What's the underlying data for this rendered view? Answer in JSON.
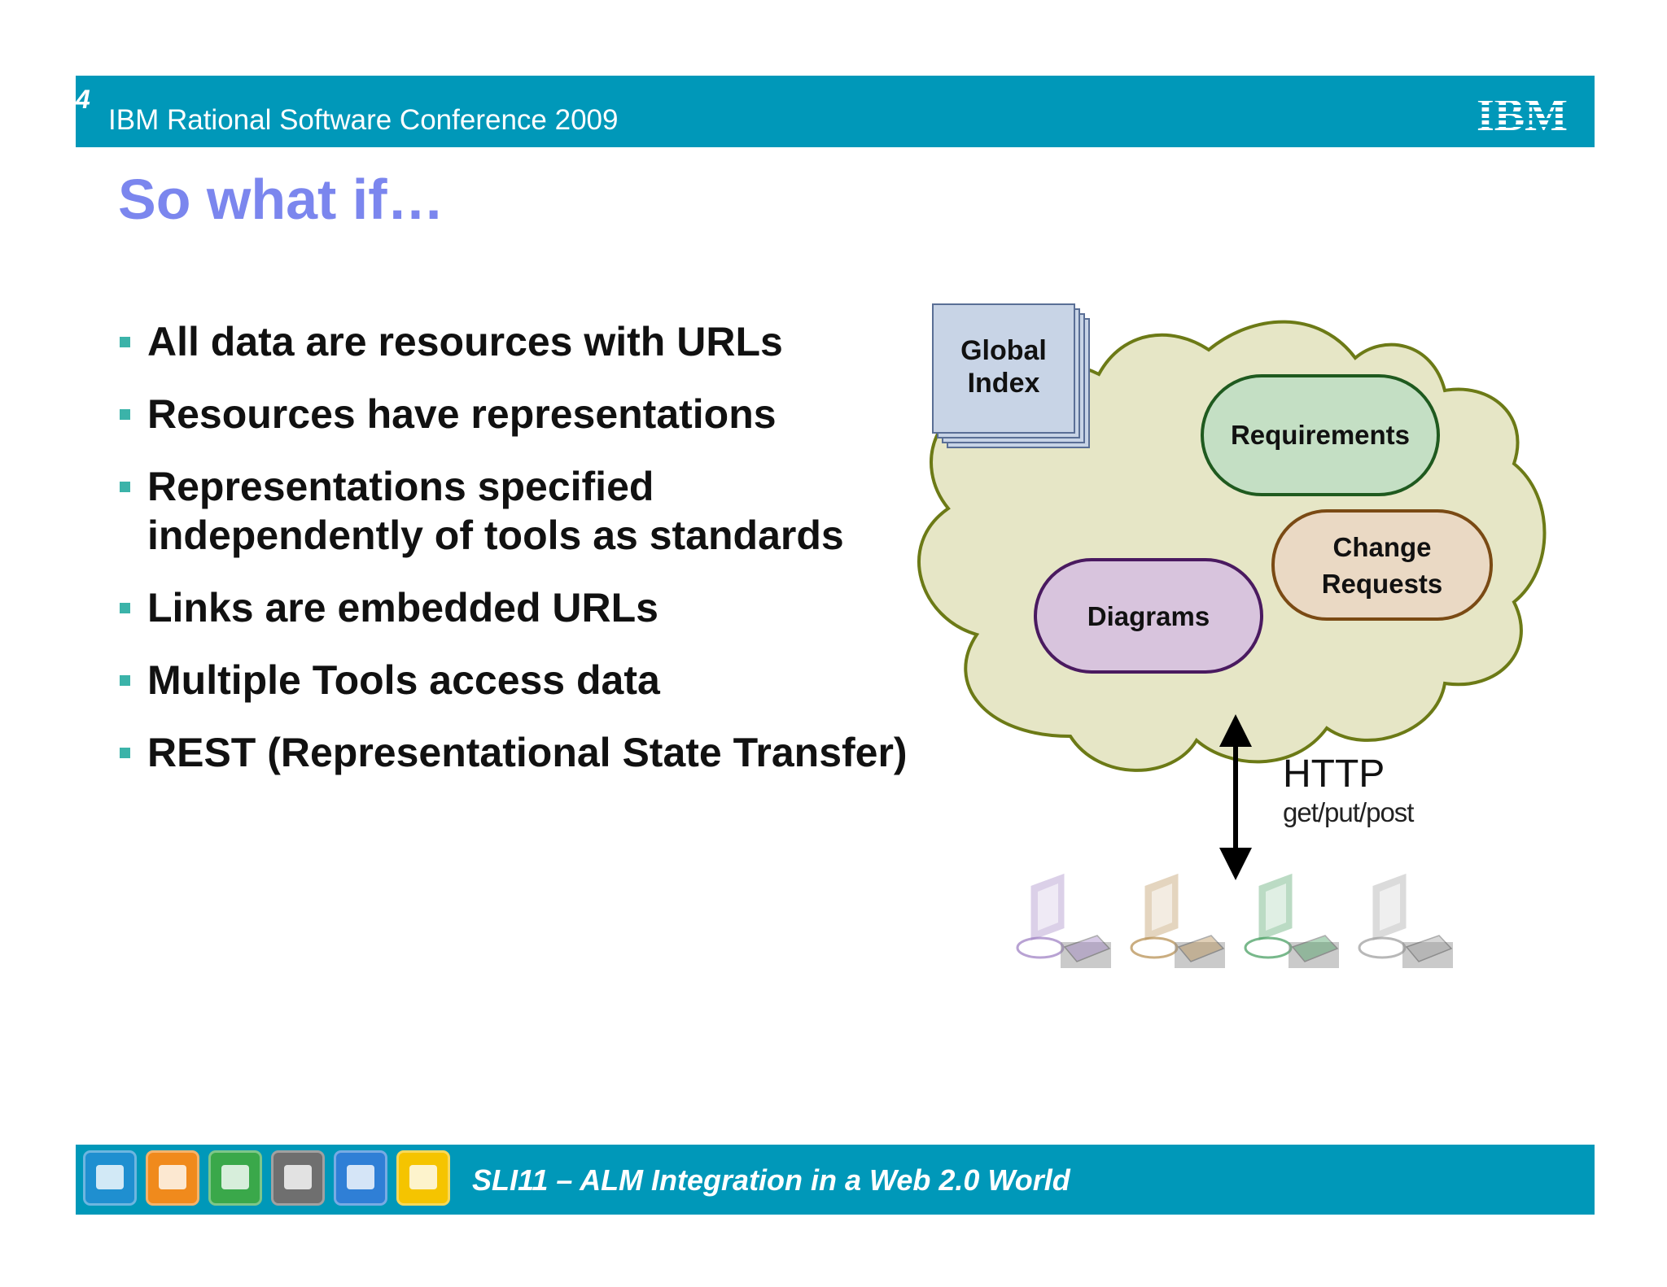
{
  "header": {
    "slide_number": "4",
    "conference": "IBM Rational Software Conference 2009",
    "logo": "IBM"
  },
  "title": "So what if…",
  "bullets": [
    [
      "All data are resources with URLs"
    ],
    [
      "Resources have representations"
    ],
    [
      "Representations specified",
      "independently of tools as standards"
    ],
    [
      "Links are embedded URLs"
    ],
    [
      "Multiple Tools access data"
    ],
    [
      "REST (Representational State Transfer)"
    ]
  ],
  "diagram": {
    "global_index": [
      "Global",
      "Index"
    ],
    "requirements": "Requirements",
    "change_requests": [
      "Change",
      "Requests"
    ],
    "diagrams": "Diagrams",
    "protocol": "HTTP",
    "methods": "get/put/post",
    "clients": [
      {
        "color": "#9a7bc0",
        "icon": "computer-icon"
      },
      {
        "color": "#b48a4a",
        "icon": "computer-icon"
      },
      {
        "color": "#3f9a5a",
        "icon": "computer-icon"
      },
      {
        "color": "#9a9a9a",
        "icon": "computer-icon"
      }
    ]
  },
  "footer": {
    "session": "SLI11 – ALM Integration in a Web 2.0 World",
    "icons": [
      {
        "name": "chart-icon",
        "color": "#1f8fd0"
      },
      {
        "name": "microphone-icon",
        "color": "#f08a1c"
      },
      {
        "name": "clapperboard-icon",
        "color": "#3aa84a"
      },
      {
        "name": "camera-icon",
        "color": "#6f6f6f"
      },
      {
        "name": "speaker-icon",
        "color": "#2f7fd6"
      },
      {
        "name": "headphones-icon",
        "color": "#f5c400"
      }
    ]
  },
  "colors": {
    "bar": "#0098b9",
    "title": "#7b86ee",
    "bullet_marker": "#3bb3a9",
    "cloud_fill": "#e6e6c6",
    "cloud_stroke": "#6c7a16"
  }
}
